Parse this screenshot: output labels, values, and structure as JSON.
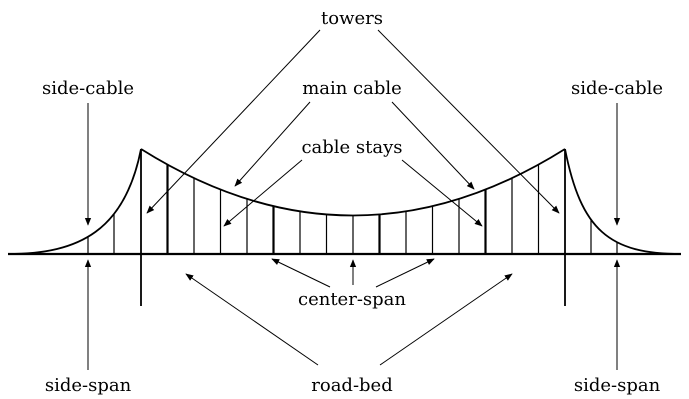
{
  "labels": {
    "towers": "towers",
    "main_cable": "main cable",
    "cable_stays": "cable stays",
    "center_span": "center-span",
    "road_bed": "road-bed",
    "side_cable_left": "side-cable",
    "side_cable_right": "side-cable",
    "side_span_left": "side-span",
    "side_span_right": "side-span"
  },
  "colors": {
    "ink": "#000000",
    "background": "#ffffff"
  }
}
